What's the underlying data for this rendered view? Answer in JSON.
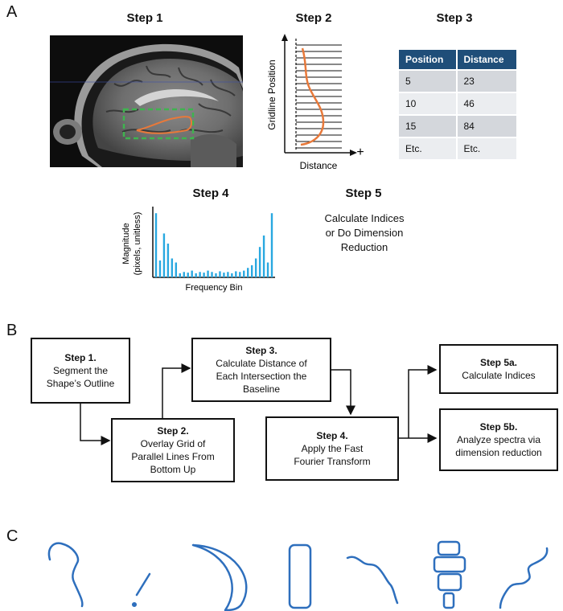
{
  "panels": {
    "a": "A",
    "b": "B",
    "c": "C"
  },
  "panel_a": {
    "step1_title": "Step 1",
    "step2_title": "Step 2",
    "step3_title": "Step 3",
    "step4_title": "Step 4",
    "step5_title": "Step 5",
    "step2_ylabel": "Gridline Position",
    "step2_xlabel": "Distance",
    "step2_plus": "+",
    "table": {
      "headers": [
        "Position",
        "Distance"
      ],
      "rows": [
        [
          "5",
          "23"
        ],
        [
          "10",
          "46"
        ],
        [
          "15",
          "84"
        ],
        [
          "Etc.",
          "Etc."
        ]
      ]
    },
    "step4_ylabel_line1": "Magnitude",
    "step4_ylabel_line2": "(pixels, unitless)",
    "step4_xlabel": "Frequency Bin",
    "step5_text_line1": "Calculate Indices",
    "step5_text_line2": "or Do Dimension",
    "step5_text_line3": "Reduction"
  },
  "chart_data": {
    "type": "bar",
    "title": "",
    "xlabel": "Frequency Bin",
    "ylabel": "Magnitude (pixels, unitless)",
    "values": [
      0.95,
      0.25,
      0.65,
      0.5,
      0.28,
      0.22,
      0.06,
      0.08,
      0.07,
      0.1,
      0.06,
      0.08,
      0.07,
      0.1,
      0.08,
      0.06,
      0.09,
      0.07,
      0.08,
      0.06,
      0.09,
      0.08,
      0.1,
      0.14,
      0.18,
      0.28,
      0.45,
      0.62,
      0.22,
      0.95
    ],
    "ylim": [
      0,
      1
    ],
    "color": "#29a8e0"
  },
  "panel_b": {
    "step1": {
      "title": "Step 1.",
      "line1": "Segment the",
      "line2": "Shape’s Outline"
    },
    "step2": {
      "title": "Step 2.",
      "line1": "Overlay Grid of",
      "line2": "Parallel Lines From",
      "line3": "Bottom Up"
    },
    "step3": {
      "title": "Step 3.",
      "line1": "Calculate Distance of",
      "line2": "Each Intersection the",
      "line3": "Baseline"
    },
    "step4": {
      "title": "Step 4.",
      "line1": "Apply the Fast",
      "line2": "Fourier Transform"
    },
    "step5a": {
      "title": "Step 5a.",
      "line1": "Calculate Indices"
    },
    "step5b": {
      "title": "Step 5b.",
      "line1": "Analyze spectra via",
      "line2": "dimension reduction"
    }
  },
  "colors": {
    "outline_orange": "#e8793a",
    "roi_green": "#3fb34f",
    "table_header": "#1f4e79",
    "shape_blue": "#2e6fbd",
    "bar_blue": "#29a8e0"
  }
}
